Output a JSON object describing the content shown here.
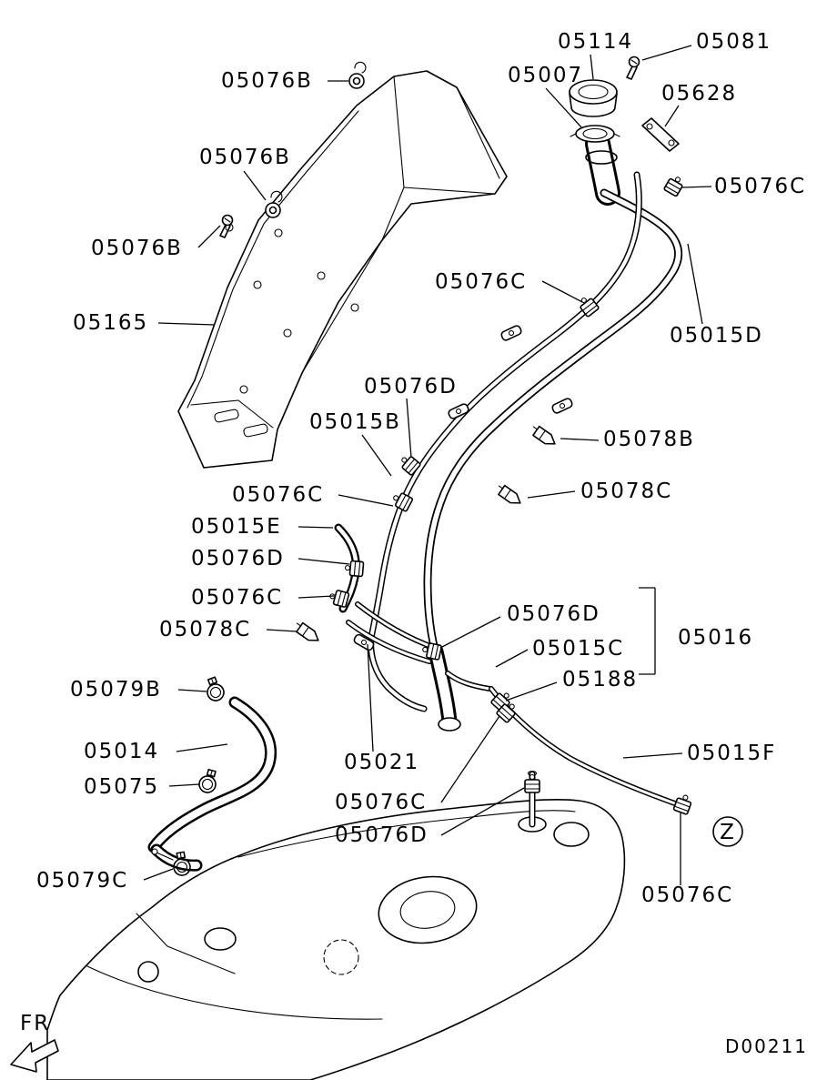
{
  "diagram": {
    "type": "parts-diagram",
    "subject": "fuel-filler-pipe-and-tank",
    "drawing_code": "D00211",
    "fr_marker": "FR",
    "zone_marker": "Z",
    "line_color": "#000000",
    "background_color": "#ffffff"
  },
  "labels": [
    {
      "id": "l01",
      "text": "05076B"
    },
    {
      "id": "l02",
      "text": "05114"
    },
    {
      "id": "l03",
      "text": "05081"
    },
    {
      "id": "l04",
      "text": "05007"
    },
    {
      "id": "l05",
      "text": "05628"
    },
    {
      "id": "l06",
      "text": "05076C"
    },
    {
      "id": "l07",
      "text": "05076B"
    },
    {
      "id": "l08",
      "text": "05076B"
    },
    {
      "id": "l09",
      "text": "05076C"
    },
    {
      "id": "l10",
      "text": "05015D"
    },
    {
      "id": "l11",
      "text": "05165"
    },
    {
      "id": "l12",
      "text": "05076D"
    },
    {
      "id": "l13",
      "text": "05015B"
    },
    {
      "id": "l14",
      "text": "05078B"
    },
    {
      "id": "l15",
      "text": "05078C"
    },
    {
      "id": "l16",
      "text": "05076C"
    },
    {
      "id": "l17",
      "text": "05015E"
    },
    {
      "id": "l18",
      "text": "05076D"
    },
    {
      "id": "l19",
      "text": "05076C"
    },
    {
      "id": "l20",
      "text": "05078C"
    },
    {
      "id": "l21",
      "text": "05076D"
    },
    {
      "id": "l22",
      "text": "05016"
    },
    {
      "id": "l23",
      "text": "05015C"
    },
    {
      "id": "l24",
      "text": "05188"
    },
    {
      "id": "l25",
      "text": "05079B"
    },
    {
      "id": "l26",
      "text": "05014"
    },
    {
      "id": "l27",
      "text": "05021"
    },
    {
      "id": "l28",
      "text": "05015F"
    },
    {
      "id": "l29",
      "text": "05075"
    },
    {
      "id": "l30",
      "text": "05076C"
    },
    {
      "id": "l31",
      "text": "05076D"
    },
    {
      "id": "l32",
      "text": "05079C"
    },
    {
      "id": "l33",
      "text": "05076C"
    }
  ]
}
